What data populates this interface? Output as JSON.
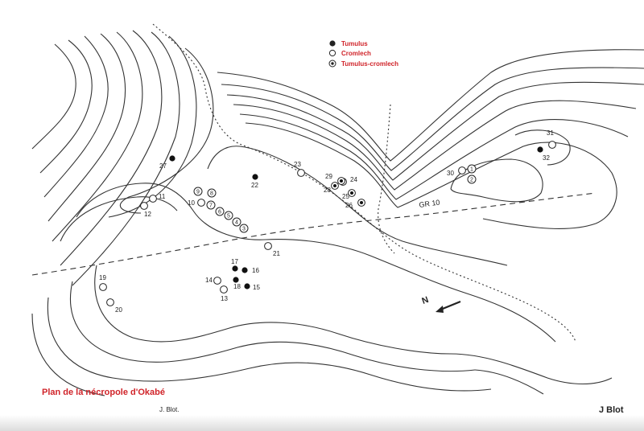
{
  "title": "Plan de la nécropole d'Okabé",
  "author_signature": "J. Blot.",
  "photo_credit": "J Blot",
  "colors": {
    "legend_text": "#d0242a",
    "title_text": "#d0242a",
    "ink": "#222222"
  },
  "legend": [
    {
      "symbol": "filled-circle",
      "label": "Tumulus"
    },
    {
      "symbol": "open-circle",
      "label": "Cromlech"
    },
    {
      "symbol": "dotted-circle",
      "label": "Tumulus-cromlech"
    }
  ],
  "route_label": "GR 10",
  "north_arrow": {
    "label": "N"
  },
  "sites": [
    {
      "n": "1",
      "type": "cromlech",
      "circled_number": true
    },
    {
      "n": "2",
      "type": "cromlech",
      "circled_number": true
    },
    {
      "n": "3",
      "type": "cromlech",
      "circled_number": true
    },
    {
      "n": "4",
      "type": "cromlech",
      "circled_number": true
    },
    {
      "n": "5",
      "type": "cromlech",
      "circled_number": true
    },
    {
      "n": "6",
      "type": "cromlech",
      "circled_number": true
    },
    {
      "n": "7",
      "type": "cromlech",
      "circled_number": true
    },
    {
      "n": "8",
      "type": "cromlech",
      "circled_number": true
    },
    {
      "n": "9",
      "type": "cromlech",
      "circled_number": true
    },
    {
      "n": "10",
      "type": "cromlech"
    },
    {
      "n": "11",
      "type": "cromlech"
    },
    {
      "n": "12",
      "type": "cromlech"
    },
    {
      "n": "13",
      "type": "cromlech"
    },
    {
      "n": "14",
      "type": "cromlech"
    },
    {
      "n": "15",
      "type": "tumulus"
    },
    {
      "n": "16",
      "type": "tumulus"
    },
    {
      "n": "17",
      "type": "tumulus"
    },
    {
      "n": "18",
      "type": "tumulus"
    },
    {
      "n": "19",
      "type": "cromlech"
    },
    {
      "n": "20",
      "type": "cromlech"
    },
    {
      "n": "21",
      "type": "cromlech"
    },
    {
      "n": "22",
      "type": "tumulus"
    },
    {
      "n": "23",
      "type": "cromlech"
    },
    {
      "n": "24",
      "type": "tumulus-cromlech"
    },
    {
      "n": "25",
      "type": "tumulus-cromlech"
    },
    {
      "n": "26",
      "type": "tumulus-cromlech"
    },
    {
      "n": "27",
      "type": "tumulus"
    },
    {
      "n": "28",
      "type": "tumulus-cromlech"
    },
    {
      "n": "29",
      "type": "tumulus-cromlech"
    },
    {
      "n": "30",
      "type": "cromlech"
    },
    {
      "n": "31",
      "type": "cromlech"
    },
    {
      "n": "32",
      "type": "tumulus"
    }
  ]
}
